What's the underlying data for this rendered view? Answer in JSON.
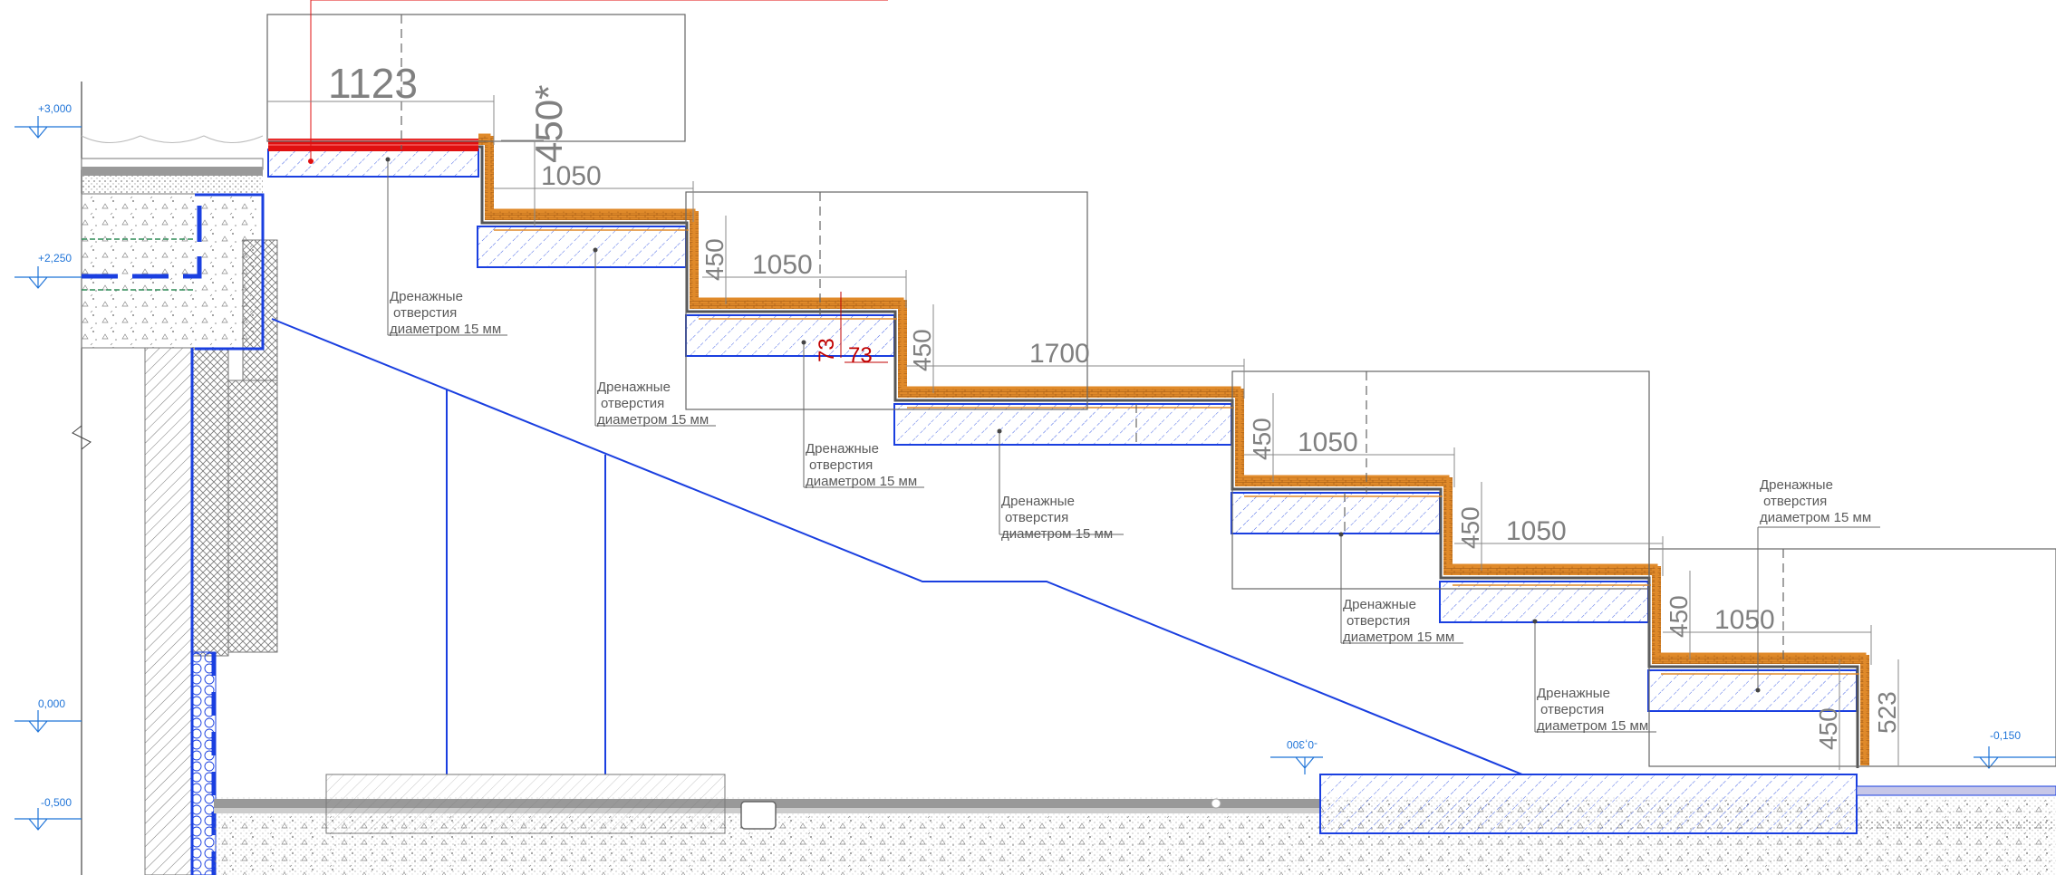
{
  "colors": {
    "outline_blue": "#1a3fe0",
    "level_blue": "#1f74d8",
    "orange_membrane": "#e08a2a",
    "red_highlight": "#e01010",
    "dimension_gray": "#808080",
    "note_gray": "#5a5a5a"
  },
  "levels": [
    "+3,000",
    "+2,250",
    "0,000",
    "-0,500",
    "-0,300",
    "-0,150"
  ],
  "dimensions": {
    "top_width": "1123",
    "top_height": "450*",
    "tread_1": "1050",
    "riser_1": "450",
    "tread_2": "1050",
    "riser_2": "450",
    "detail_a": "73",
    "detail_b": "73",
    "landing": "1700",
    "riser_3": "450",
    "tread_3": "1050",
    "riser_4": "450",
    "tread_4": "1050",
    "riser_5": "450",
    "tread_5": "1050",
    "riser_6": "450",
    "riser_last": "523"
  },
  "note": {
    "line1": "Дренажные",
    "line2": "отверстия",
    "line3": "диаметром 15 мм"
  }
}
